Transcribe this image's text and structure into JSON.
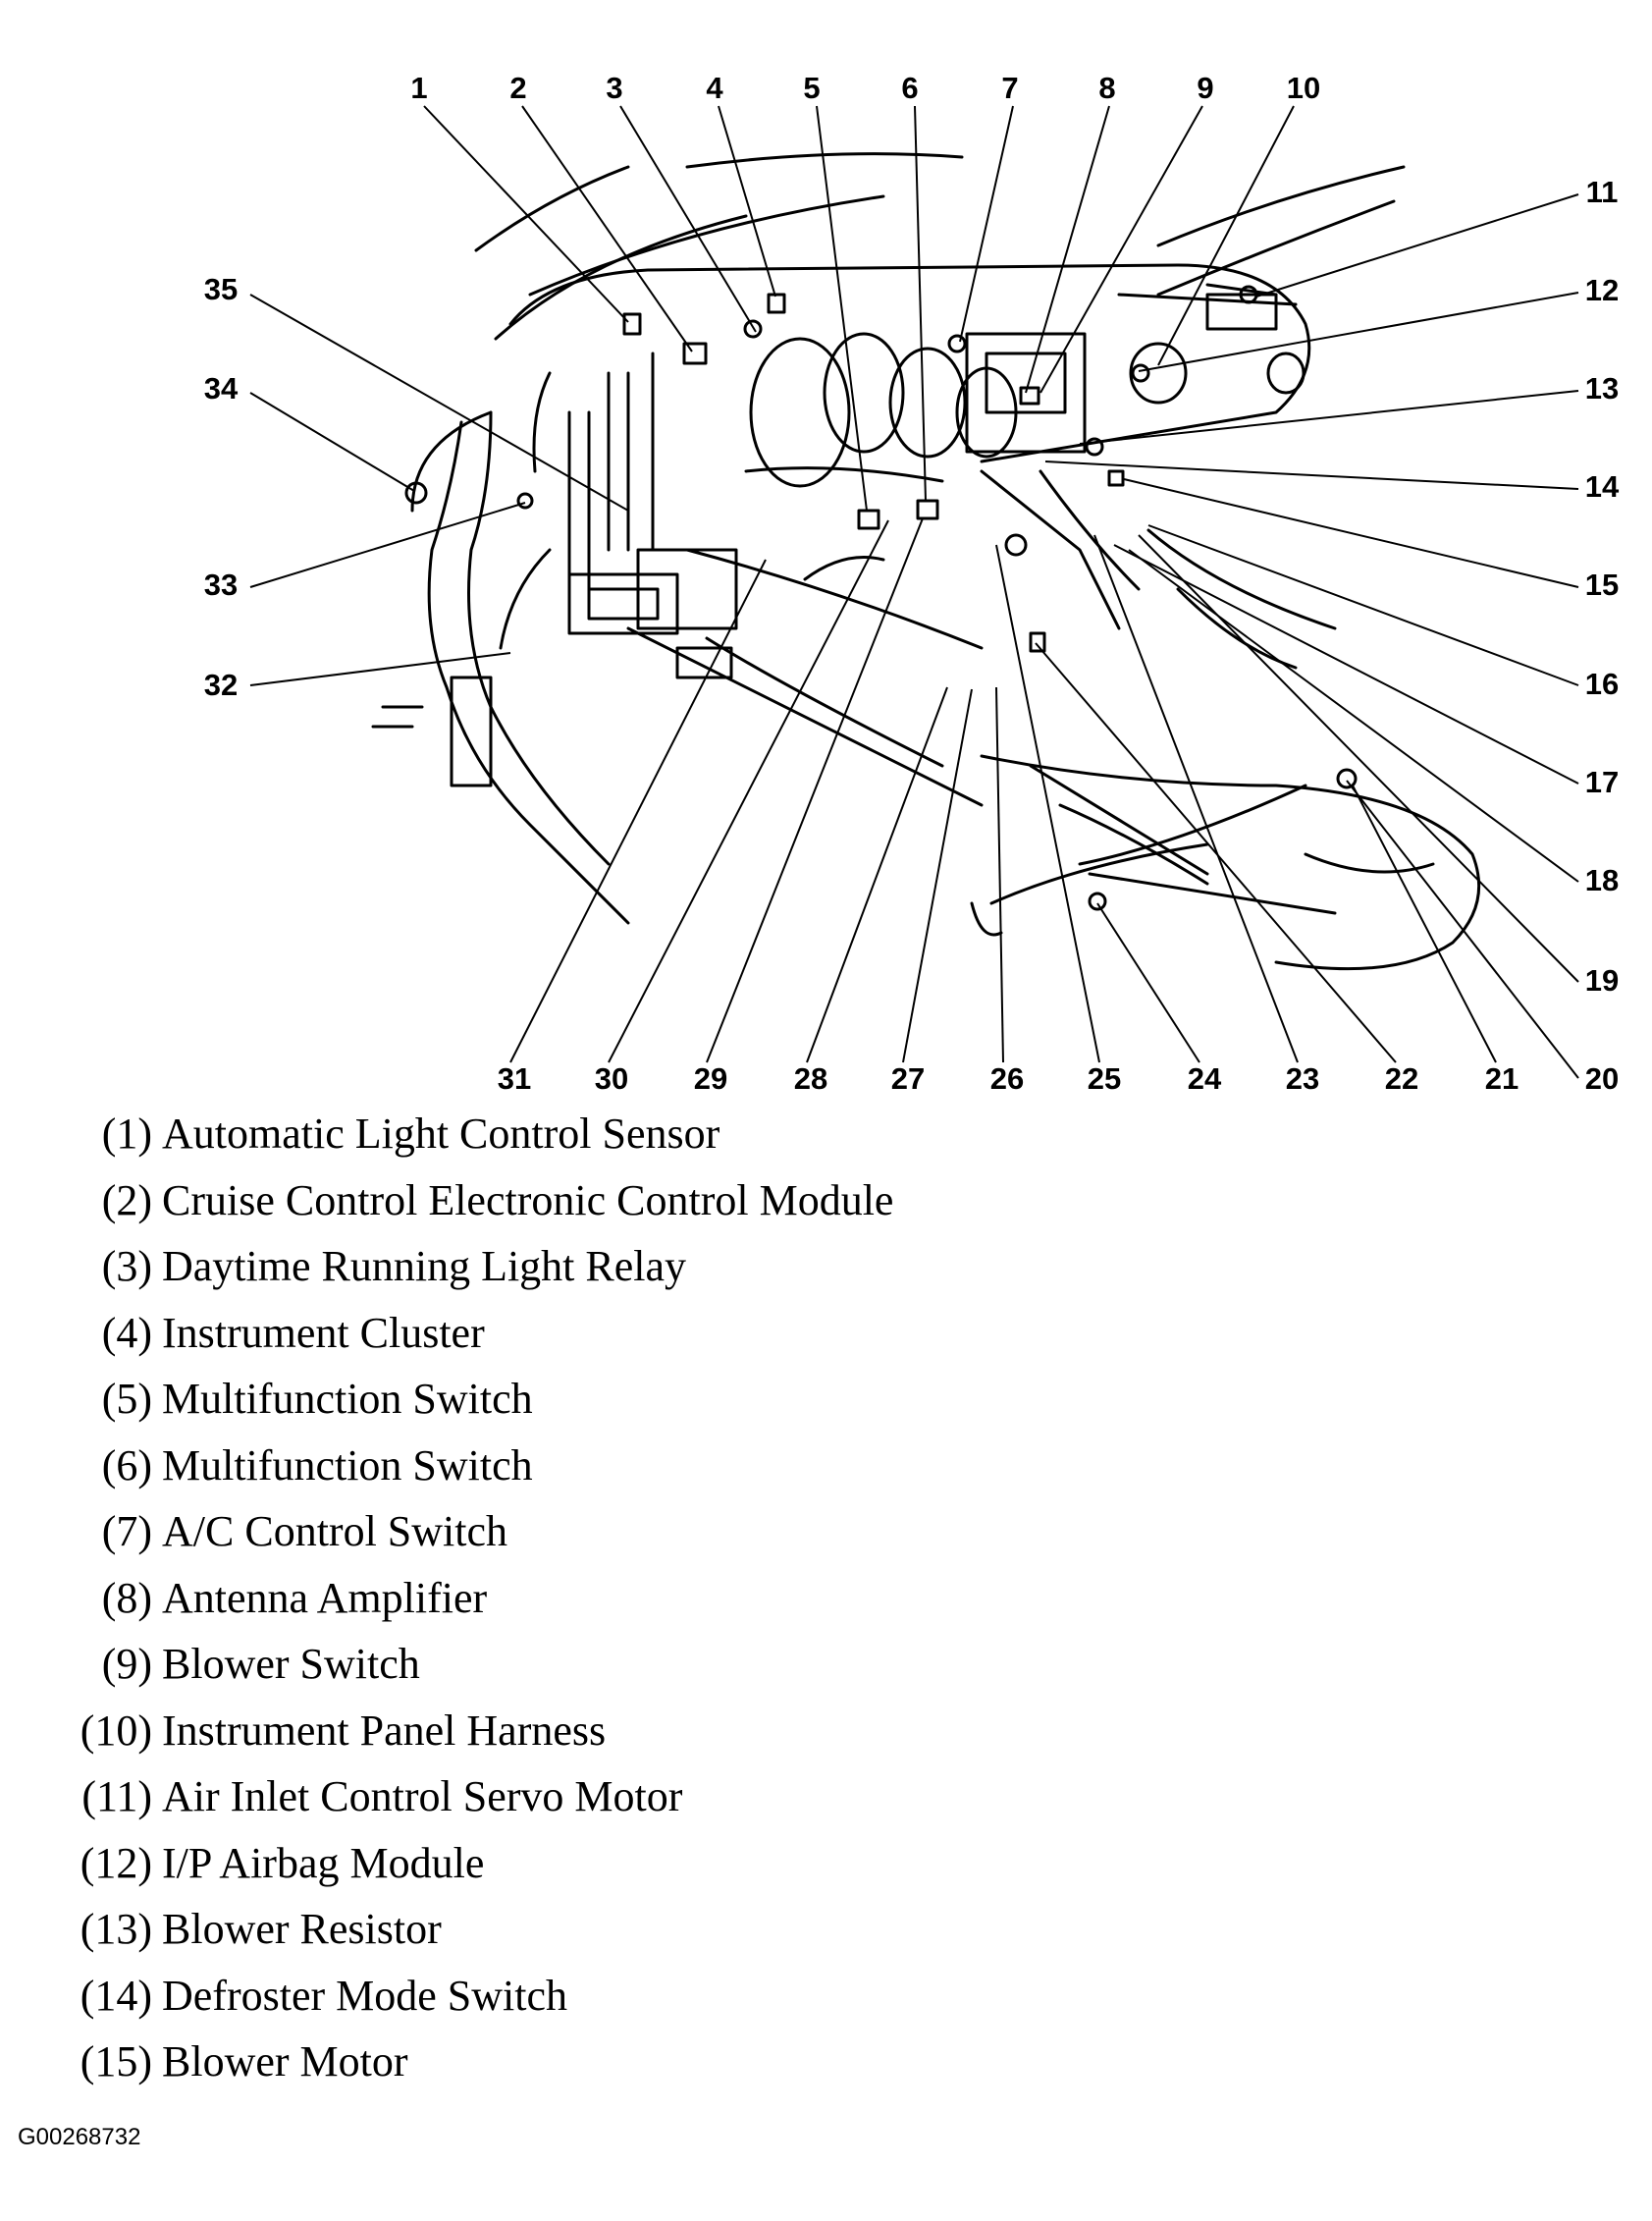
{
  "callouts": [
    "1",
    "2",
    "3",
    "4",
    "5",
    "6",
    "7",
    "8",
    "9",
    "10",
    "11",
    "12",
    "13",
    "14",
    "15",
    "16",
    "17",
    "18",
    "19",
    "20",
    "21",
    "22",
    "23",
    "24",
    "25",
    "26",
    "27",
    "28",
    "29",
    "30",
    "31",
    "32",
    "33",
    "34",
    "35"
  ],
  "legend": [
    {
      "num": "(1)",
      "text": "Automatic Light Control Sensor"
    },
    {
      "num": "(2)",
      "text": "Cruise Control Electronic Control Module"
    },
    {
      "num": "(3)",
      "text": "Daytime Running Light Relay"
    },
    {
      "num": "(4)",
      "text": "Instrument Cluster"
    },
    {
      "num": "(5)",
      "text": "Multifunction Switch"
    },
    {
      "num": "(6)",
      "text": "Multifunction Switch"
    },
    {
      "num": "(7)",
      "text": "A/C Control Switch"
    },
    {
      "num": "(8)",
      "text": "Antenna Amplifier"
    },
    {
      "num": "(9)",
      "text": "Blower Switch"
    },
    {
      "num": "(10)",
      "text": "Instrument Panel Harness"
    },
    {
      "num": "(11)",
      "text": "Air Inlet Control Servo Motor"
    },
    {
      "num": "(12)",
      "text": "I/P Airbag Module"
    },
    {
      "num": "(13)",
      "text": "Blower Resistor"
    },
    {
      "num": "(14)",
      "text": "Defroster Mode Switch"
    },
    {
      "num": "(15)",
      "text": "Blower Motor"
    }
  ],
  "figure_id": "G00268732"
}
